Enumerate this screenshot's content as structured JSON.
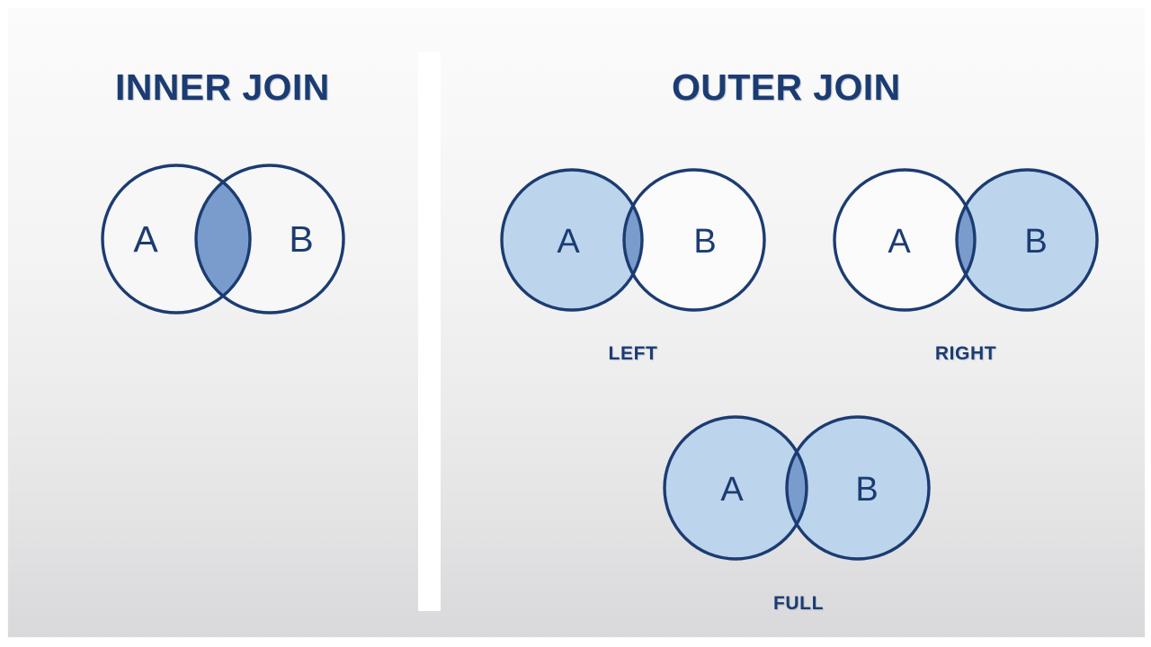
{
  "slide": {
    "background_top_color": "#fbfbfb",
    "background_bottom_color": "#d9d9db",
    "frame_color": "#ffffff"
  },
  "colors": {
    "stroke": "#1b3c72",
    "title_text": "#1b3c72",
    "label_text": "#1b3c72",
    "set_fill_light": "#bcd4ec",
    "intersection_fill": "#7a9ccc",
    "empty_fill": "#f7f7f8",
    "divider": "#ffffff"
  },
  "headings": {
    "inner": "INNER JOIN",
    "outer": "OUTER JOIN"
  },
  "diagrams": [
    {
      "id": "inner",
      "heading": "INNER JOIN",
      "caption": "",
      "set_a_label": "A",
      "set_b_label": "B",
      "set_a_filled": false,
      "set_b_filled": false,
      "intersection_filled": true
    },
    {
      "id": "left",
      "heading": "",
      "caption": "LEFT",
      "set_a_label": "A",
      "set_b_label": "B",
      "set_a_filled": true,
      "set_b_filled": false,
      "intersection_filled": true
    },
    {
      "id": "right",
      "heading": "",
      "caption": "RIGHT",
      "set_a_label": "A",
      "set_b_label": "B",
      "set_a_filled": false,
      "set_b_filled": true,
      "intersection_filled": true
    },
    {
      "id": "full",
      "heading": "",
      "caption": "FULL",
      "set_a_label": "A",
      "set_b_label": "B",
      "set_a_filled": true,
      "set_b_filled": true,
      "intersection_filled": true
    }
  ],
  "captions": {
    "left": "LEFT",
    "right": "RIGHT",
    "full": "FULL"
  }
}
